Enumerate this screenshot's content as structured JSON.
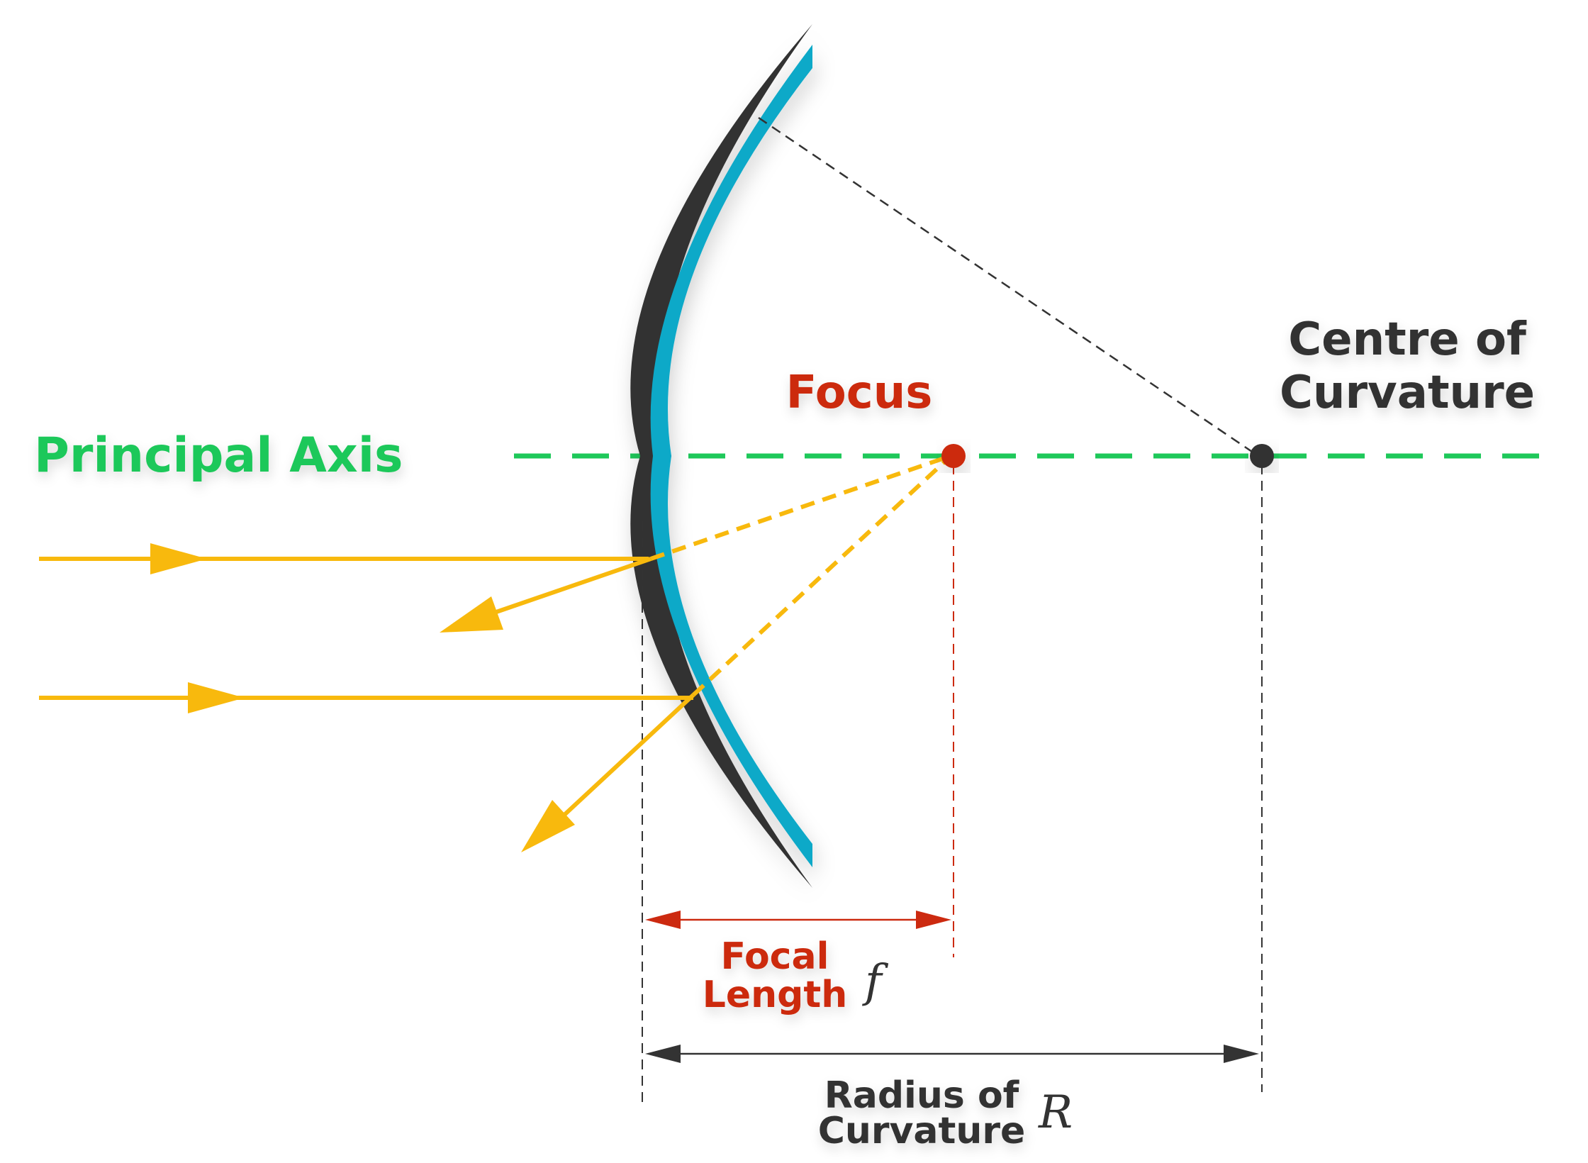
{
  "labels": {
    "principal_axis": "Principal Axis",
    "focus": "Focus",
    "centre_line1": "Centre of",
    "centre_line2": "Curvature",
    "focal_line1": "Focal",
    "focal_line2": "Length",
    "focal_symbol": "f",
    "radius_line1": "Radius of",
    "radius_line2": "Curvature",
    "radius_symbol": "R"
  },
  "colors": {
    "axis": "#1ec85a",
    "ray": "#f8b90d",
    "mirror_face": "#10a9c8",
    "mirror_back": "#333333",
    "focus": "#cc2a10",
    "centre": "#333333",
    "guide": "#333333"
  }
}
